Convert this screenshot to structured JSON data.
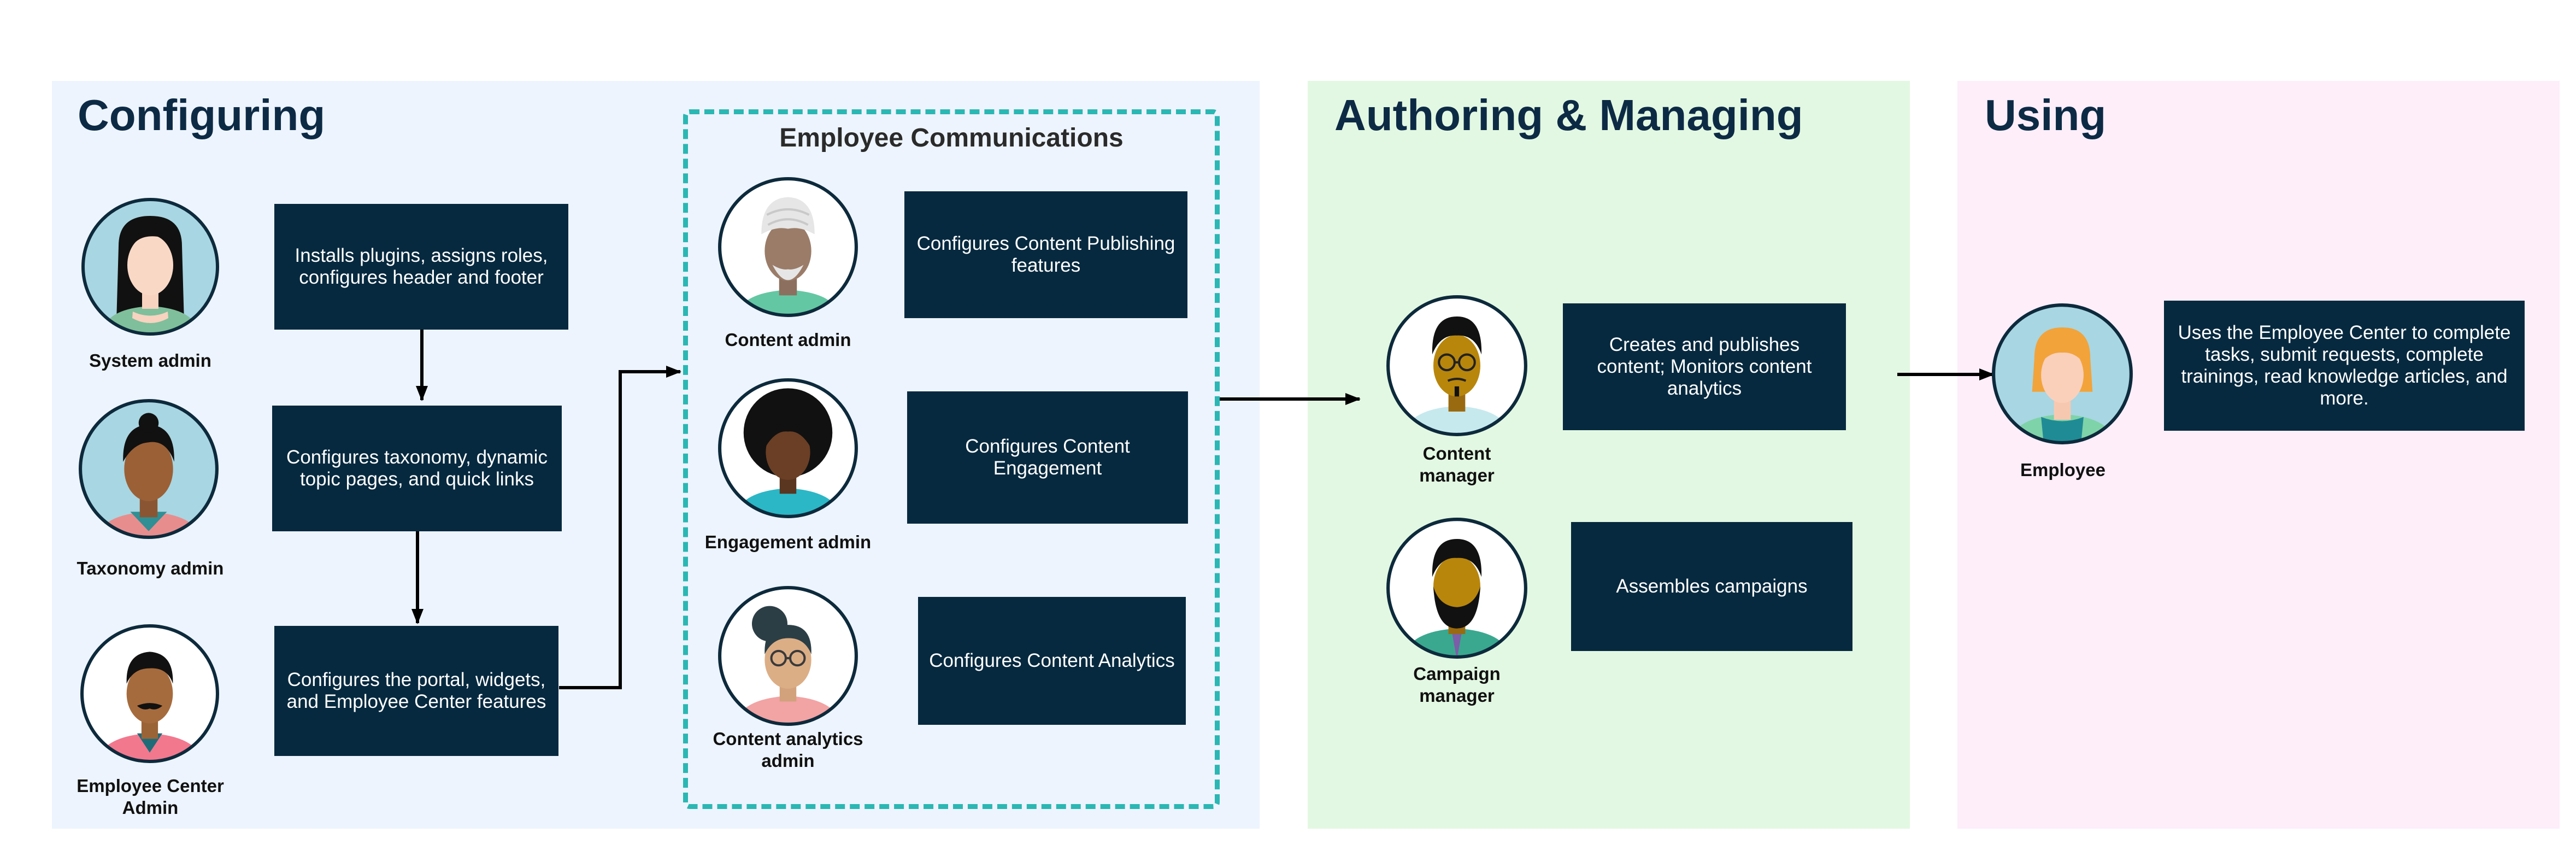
{
  "sections": {
    "configuring": {
      "title": "Configuring",
      "bg": "#edf4fd"
    },
    "authoring": {
      "title": "Authoring & Managing",
      "bg": "#e3f8e2"
    },
    "using": {
      "title": "Using",
      "bg": "#fdeefa"
    }
  },
  "employee_communications": {
    "title": "Employee Communications",
    "border_color": "#2bb7b3"
  },
  "roles": {
    "system_admin": "System admin",
    "taxonomy_admin": "Taxonomy admin",
    "ec_admin": "Employee Center Admin",
    "content_admin": "Content admin",
    "engagement_admin": "Engagement admin",
    "analytics_admin": "Content analytics admin",
    "content_manager": "Content manager",
    "campaign_manager": "Campaign manager",
    "employee": "Employee"
  },
  "tasks": {
    "system_admin": "Installs plugins, assigns roles, configures header and footer",
    "taxonomy_admin": "Configures taxonomy, dynamic topic pages, and quick links",
    "ec_admin": "Configures the portal, widgets, and Employee Center features",
    "content_admin": "Configures Content Publishing features",
    "engagement_admin": "Configures Content Engagement",
    "analytics_admin": "Configures Content Analytics",
    "content_manager": "Creates and publishes content; Monitors content analytics",
    "campaign_manager": "Assembles campaigns",
    "employee": "Uses the Employee Center to complete tasks, submit requests, complete trainings, read knowledge articles, and more."
  },
  "colors": {
    "task_box": "#06293f",
    "avatar_bg": "#a8d6e2",
    "title": "#0d2a45"
  }
}
